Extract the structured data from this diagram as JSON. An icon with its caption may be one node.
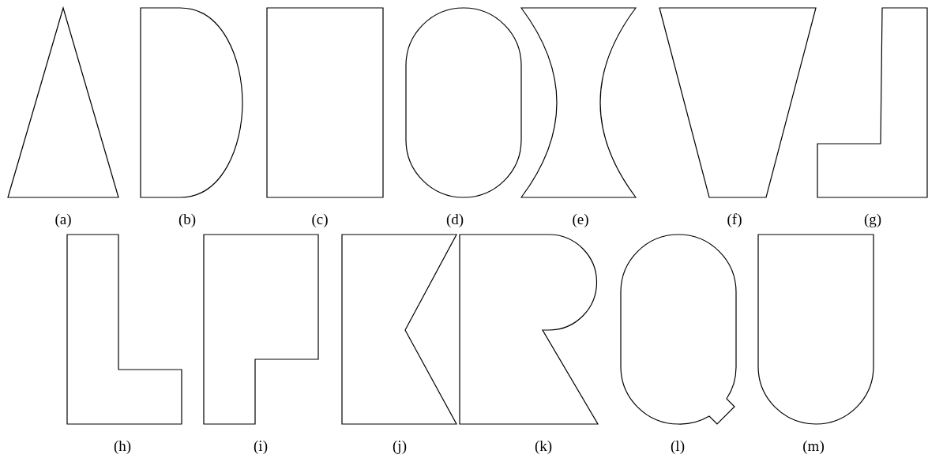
{
  "diagram": {
    "nodes": [
      {
        "text": [],
        "shape": "triangle"
      },
      {
        "text": [],
        "shape": "arch"
      },
      {
        "text": [],
        "shape": "box"
      },
      {
        "text": [],
        "shape": "stadium"
      },
      {
        "text": [],
        "shape": "hourglass"
      },
      {
        "text": [],
        "shape": "trapezoid"
      },
      {
        "text": [],
        "shape": "polygon"
      },
      {
        "text": [],
        "shape": "polygon"
      },
      {
        "text": [],
        "shape": "polygon"
      },
      {
        "text": [],
        "shape": "polygon"
      },
      {
        "text": [],
        "shape": "polygon"
      },
      {
        "text": [],
        "shape": "stadium"
      },
      {
        "text": [],
        "shape": "arch"
      }
    ],
    "labels": [
      "(a)",
      "(b)",
      "(c)",
      "(d)",
      "(e)",
      "(f)",
      "(g)",
      "(h)",
      "(i)",
      "(j)",
      "(k)",
      "(l)",
      "(m)"
    ]
  }
}
